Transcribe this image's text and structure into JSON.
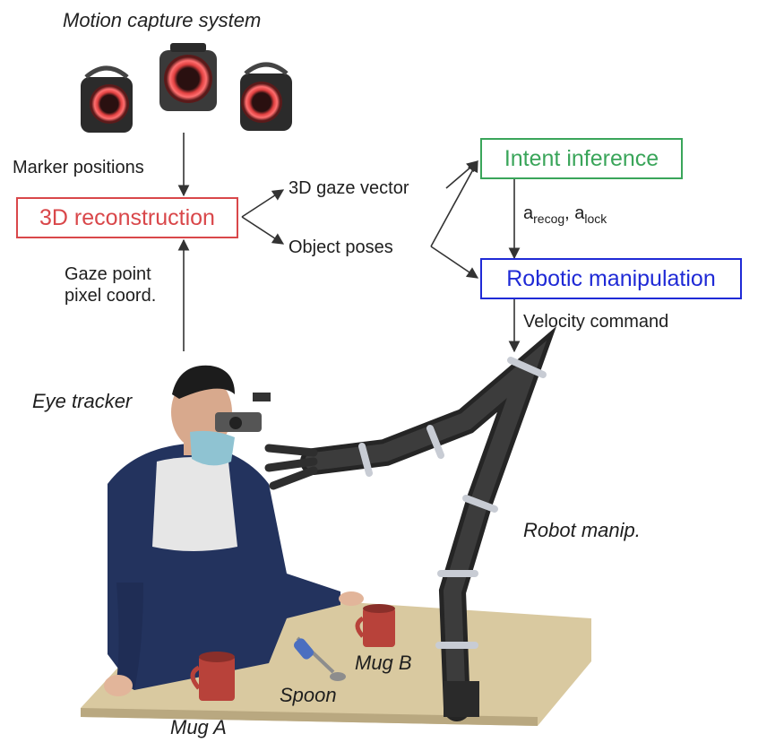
{
  "title": "Motion capture system",
  "labels": {
    "marker_positions": "Marker positions",
    "gaze_point_line1": "Gaze point",
    "gaze_point_line2": "pixel coord.",
    "gaze_vector": "3D gaze vector",
    "object_poses": "Object poses",
    "a_recog_base": "a",
    "a_recog_sub": "recog",
    "a_sep": ", ",
    "a_lock_base": "a",
    "a_lock_sub": "lock",
    "velocity_command": "Velocity command",
    "eye_tracker": "Eye tracker",
    "robot_manip": "Robot manip.",
    "mug_a": "Mug A",
    "mug_b": "Mug B",
    "spoon": "Spoon"
  },
  "boxes": {
    "reconstruction": "3D reconstruction",
    "intent": "Intent inference",
    "robotic": "Robotic manipulation"
  },
  "colors": {
    "reconstruction": "#d9474a",
    "intent": "#3aa55a",
    "robotic": "#1f2ad6"
  }
}
